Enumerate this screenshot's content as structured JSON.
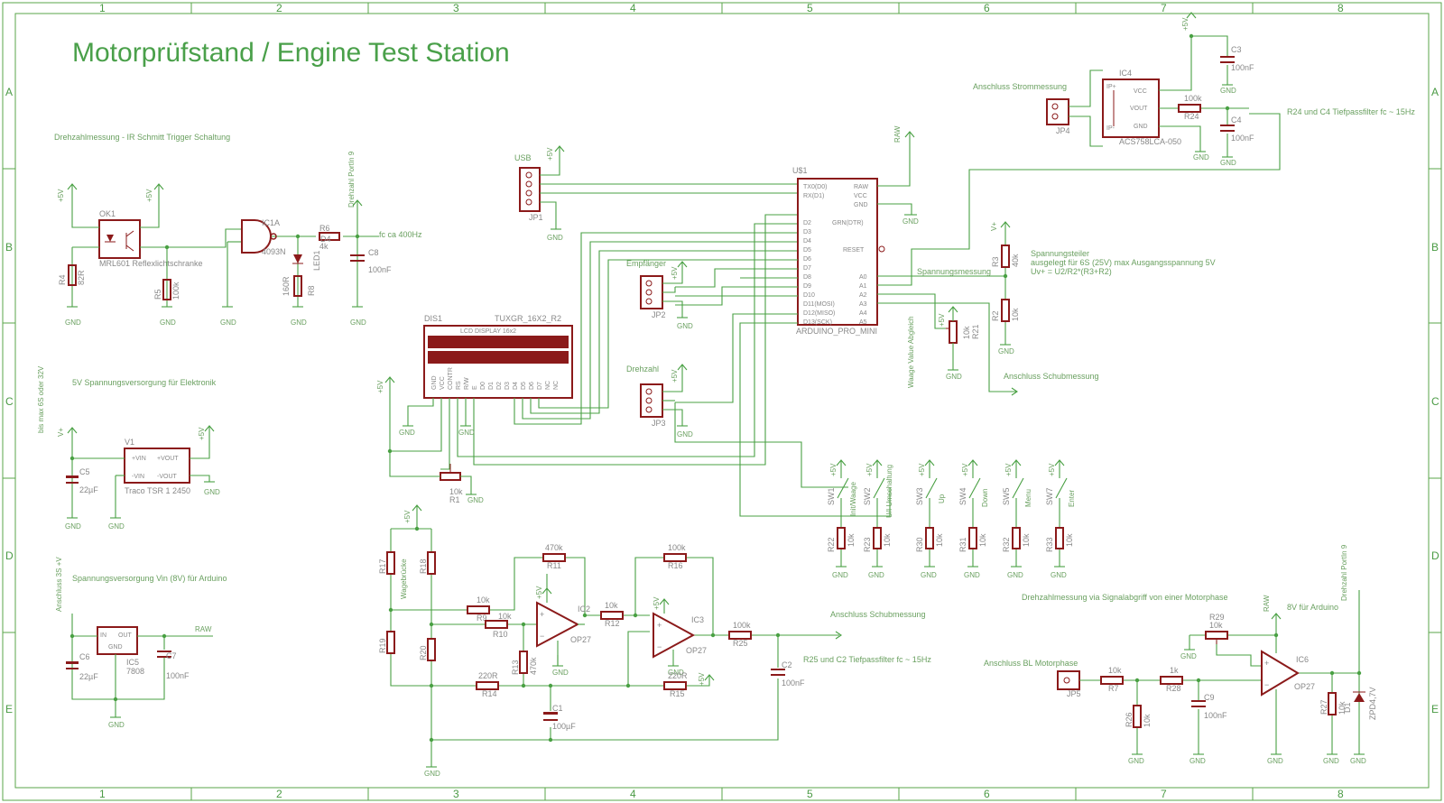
{
  "title": "Motorprüfstand / Engine Test Station",
  "grid": {
    "cols": [
      "1",
      "2",
      "3",
      "4",
      "5",
      "6",
      "7",
      "8"
    ],
    "rows": [
      "A",
      "B",
      "C",
      "D",
      "E"
    ]
  },
  "notes": {
    "rpm_ir": "Drehzahlmessung - IR Schmitt Trigger Schaltung",
    "supply5v": "5V Spannungsversorgung für Elektronik",
    "batt_range": "bis max 6S oder 32V",
    "vin_supply": "Spannungsversorgung Vin (8V) für Arduino",
    "conn3s": "Anschluss 3S +V",
    "fc400": "fc ca 400Hz",
    "port9_top": "Drehzahl PortIn 9",
    "current_conn": "Anschluss Strommessung",
    "r24_c4": "R24 und C4 Tiefpassfilter fc ~ 15Hz",
    "divider1": "Spannungsteiler",
    "divider2": "ausgelegt für 6S (25V) max Ausgangsspannung 5V",
    "divider3": "Uv+ = U2/R2*(R3+R2)",
    "voltage_meas": "Spannungsmessung",
    "thrust_conn": "Anschluss Schubmessung",
    "scale_adj": "Waage Value Abgleich",
    "r25_c2": "R25 und C2 Tiefpassfilter fc ~ 15Hz",
    "thrust_conn2": "Anschluss Schubmessung",
    "motorphase": "Drehzahlmessung via Signalabgriff von einer Motorphase",
    "v8_arduino": "8V für Arduino",
    "port9_bot": "Drehzahl PortIn 9",
    "bl_phase": "Anschluss BL Motorphase",
    "wagebruecke": "Wagebrücke"
  },
  "labels": {
    "gnd": "GND",
    "p5v": "+5V",
    "vplus": "V+",
    "raw": "RAW",
    "usb": "USB",
    "empf": "Empfänger",
    "drehzahl": "Drehzahl"
  },
  "parts": {
    "ok1": "OK1",
    "mrl": "MRL601 Reflexlichtschranke",
    "r4": "R4",
    "r4v": "82R",
    "r5": "R5",
    "r5v": "100k",
    "ic1a": "IC1A",
    "ic1v": "4093N",
    "r6": "R6",
    "r6v": "4k",
    "d4": "D4",
    "led1": "LED1",
    "r8": "R8",
    "r8v": "160R",
    "c8": "C8",
    "c8v": "100nF",
    "v1": "V1",
    "v1v": "Traco TSR 1 2450",
    "vin_p": "+VIN",
    "vin_m": "-VIN",
    "vout_p": "+VOUT",
    "vout_m": "-VOUT",
    "c5": "C5",
    "c5v": "22µF",
    "ic5": "IC5",
    "ic5v": "7808",
    "in": "IN",
    "out": "OUT",
    "c6": "C6",
    "c6v": "22µF",
    "c7": "C7",
    "c7v": "100nF",
    "jp1": "JP1",
    "jp2": "JP2",
    "jp3": "JP3",
    "jp4": "JP4",
    "jp5": "JP5",
    "dis1": "DIS1",
    "dis1v": "TUXGR_16X2_R2",
    "lcd": "LCD DISPLAY 16x2",
    "r1": "R1",
    "r1v": "10k",
    "u1": "U$1",
    "u1v": "ARDUINO_PRO_MINI",
    "ic4": "IC4",
    "ic4v": "ACS758LCA-050",
    "vcc": "VCC",
    "vout": "VOUT",
    "gndp": "GND",
    "ipp": "IP+",
    "ipm": "IP-",
    "r24": "R24",
    "r24v": "100k",
    "c3": "C3",
    "c3v": "100nF",
    "c4": "C4",
    "c4v": "100nF",
    "r3": "R3",
    "r3v": "40k",
    "r2": "R2",
    "r2v": "10k",
    "r21": "R21",
    "r21v": "10k",
    "sw1": "SW1",
    "sw1l": "Init/Waage",
    "sw2": "SW2",
    "sw2l": "U/I Umschaltung",
    "sw3": "SW3",
    "sw3l": "Up",
    "sw4": "SW4",
    "sw4l": "Down",
    "sw5": "SW5",
    "sw5l": "Menu",
    "sw7": "SW7",
    "sw7l": "Enter",
    "r22": "R22",
    "r23": "R23",
    "r30": "R30",
    "r31": "R31",
    "r32": "R32",
    "r33": "R33",
    "k10": "10k",
    "r17": "R17",
    "r18": "R18",
    "r19": "R19",
    "r20": "R20",
    "r9": "R9",
    "r9v": "10k",
    "r10": "R10",
    "r10v": "10k",
    "r11": "R11",
    "r11v": "470k",
    "r13": "R13",
    "r13v": "470k",
    "r14": "R14",
    "r14v": "220R",
    "ic2": "IC2",
    "op27": "OP27",
    "r12": "R12",
    "r12v": "10k",
    "r16": "R16",
    "r16v": "100k",
    "ic3": "IC3",
    "r15": "R15",
    "r15v": "220R",
    "r25": "R25",
    "r25v": "100k",
    "c2": "C2",
    "c2v": "100nF",
    "c1": "C1",
    "c1v": "100µF",
    "r29": "R29",
    "r29v": "10k",
    "ic6": "IC6",
    "r7": "R7",
    "r7v": "10k",
    "r28": "R28",
    "r28v": "1k",
    "r26": "R26",
    "r26v": "10k",
    "c9": "C9",
    "c9v": "100nF",
    "r27": "R27",
    "r27v": "10k",
    "d1": "D1",
    "d1v": "ZPD4,7V"
  },
  "arduino_pins": {
    "left": [
      "TX0(D0)",
      "RX(D1)",
      "D2",
      "D3",
      "D4",
      "D5",
      "D6",
      "D7",
      "D8",
      "D9",
      "D10",
      "D11(MOSI)",
      "D12(MISO)",
      "D13(SCK)"
    ],
    "right_top": [
      "RAW",
      "VCC",
      "GND",
      "GRN(DTR)",
      "RESET"
    ],
    "right_analog": [
      "A0",
      "A1",
      "A2",
      "A3",
      "A4",
      "A5"
    ]
  },
  "lcd_pins": [
    "GND",
    "VCC",
    "CONTR",
    "RS",
    "R/W",
    "E",
    "D0",
    "D1",
    "D2",
    "D3",
    "D4",
    "D5",
    "D6",
    "D7",
    "NC",
    "NC"
  ],
  "colors": {
    "frame": "#5aa64a",
    "wire": "#49a043",
    "part": "#8b1a1a",
    "title": "#4aa04a",
    "label": "#6aa060",
    "partname": "#888888"
  }
}
